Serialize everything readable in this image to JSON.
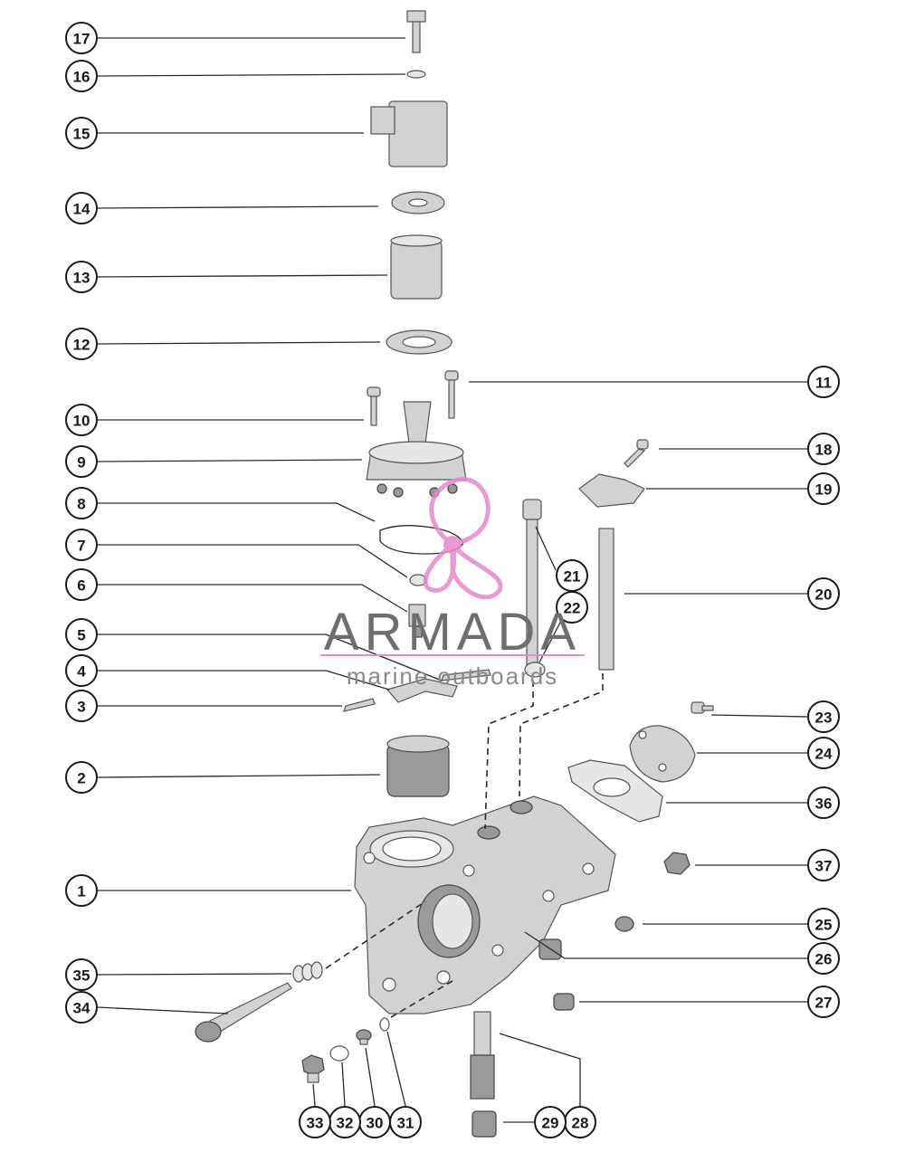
{
  "diagram": {
    "callouts": [
      {
        "label": "1"
      },
      {
        "label": "2"
      },
      {
        "label": "3"
      },
      {
        "label": "4"
      },
      {
        "label": "5"
      },
      {
        "label": "6"
      },
      {
        "label": "7"
      },
      {
        "label": "8"
      },
      {
        "label": "9"
      },
      {
        "label": "10"
      },
      {
        "label": "11"
      },
      {
        "label": "12"
      },
      {
        "label": "13"
      },
      {
        "label": "14"
      },
      {
        "label": "15"
      },
      {
        "label": "16"
      },
      {
        "label": "17"
      },
      {
        "label": "18"
      },
      {
        "label": "19"
      },
      {
        "label": "20"
      },
      {
        "label": "21"
      },
      {
        "label": "22"
      },
      {
        "label": "23"
      },
      {
        "label": "24"
      },
      {
        "label": "25"
      },
      {
        "label": "26"
      },
      {
        "label": "27"
      },
      {
        "label": "28"
      },
      {
        "label": "29"
      },
      {
        "label": "30"
      },
      {
        "label": "31"
      },
      {
        "label": "32"
      },
      {
        "label": "33"
      },
      {
        "label": "34"
      },
      {
        "label": "35"
      },
      {
        "label": "36"
      },
      {
        "label": "37"
      }
    ]
  },
  "watermark": {
    "brand": "ARMADA",
    "tagline": "marine outboards",
    "logo_color": "#e58ac8",
    "text_color": "#6e6e6e"
  }
}
